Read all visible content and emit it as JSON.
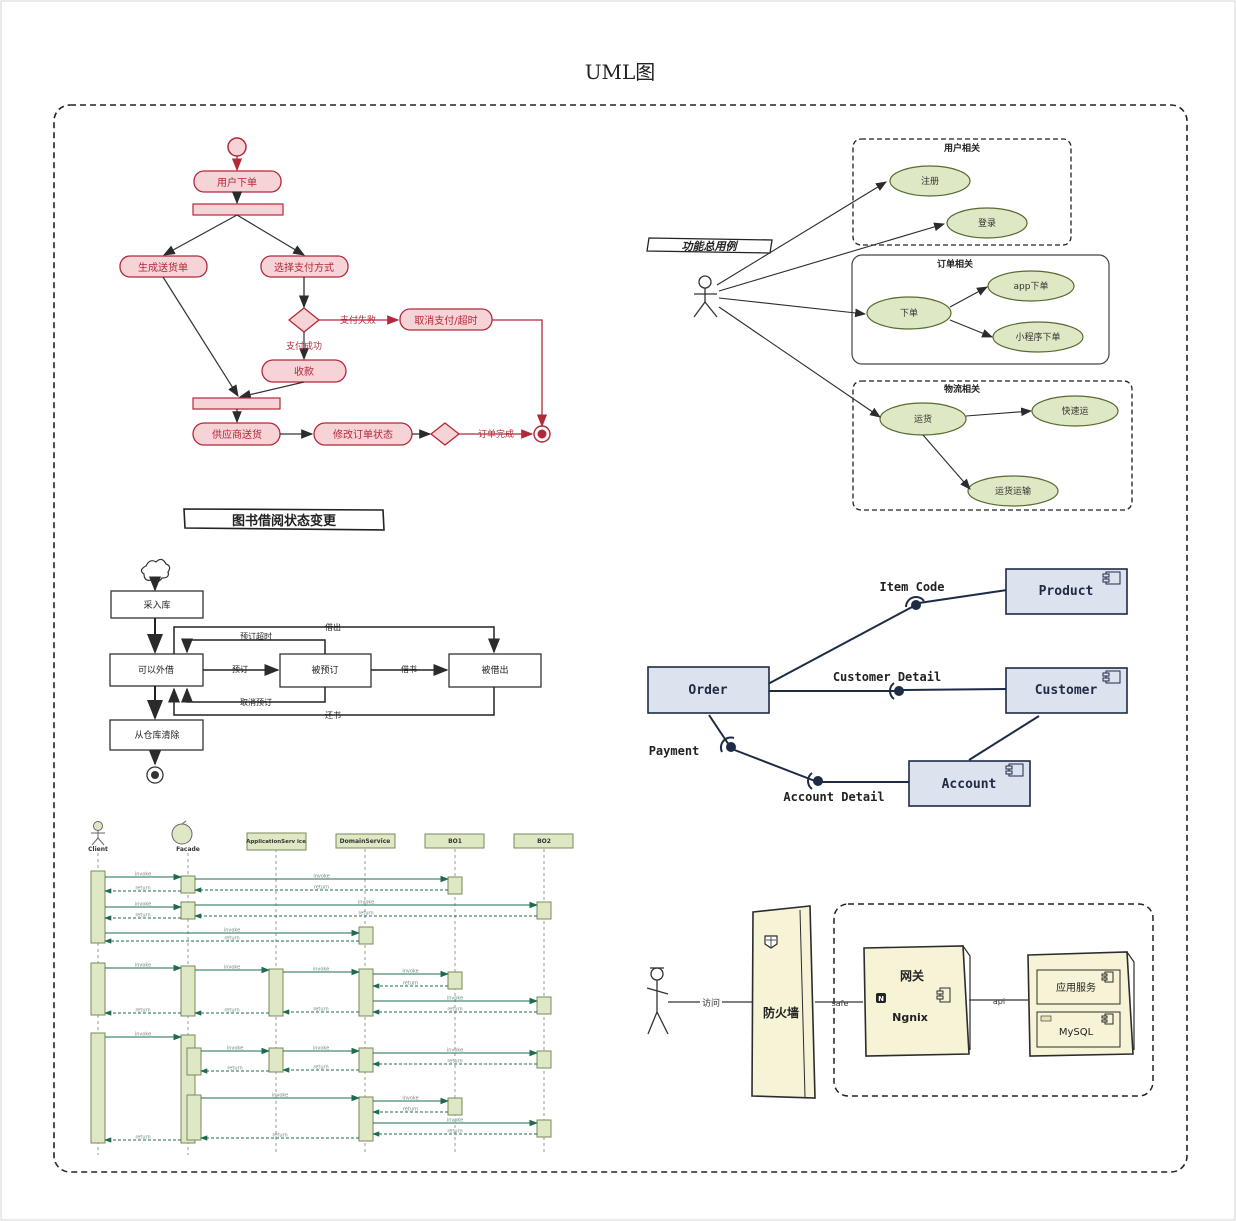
{
  "page": {
    "title": "UML图"
  },
  "activity": {
    "nodes": {
      "user_order": "用户下单",
      "gen_delivery": "生成送货单",
      "choose_pay": "选择支付方式",
      "cancel_pay": "取消支付/超时",
      "collect": "收款",
      "supplier_ship": "供应商送货",
      "update_order": "修改订单状态"
    },
    "edges": {
      "pay_fail": "支付失败",
      "pay_success": "支付成功",
      "order_done": "订单完成"
    }
  },
  "usecase": {
    "actor_label": "功能总用例",
    "groups": {
      "user": "用户相关",
      "order": "订单相关",
      "logistics": "物流相关"
    },
    "cases": {
      "register": "注册",
      "login": "登录",
      "order": "下单",
      "app_order": "app下单",
      "mini_order": "小程序下单",
      "ship": "运货",
      "fast_ship": "快速运",
      "normal_ship": "运货运输"
    }
  },
  "state": {
    "title": "图书借阅状态变更",
    "states": {
      "in_stock": "采入库",
      "available": "可以外借",
      "reserved": "被预订",
      "lent": "被借出",
      "remove": "从仓库清除"
    },
    "transitions": {
      "lend": "借出",
      "reserve": "预订",
      "reserve_timeout": "预订超时",
      "cancel_reserve": "取消预订",
      "borrow": "借书",
      "return": "还书"
    }
  },
  "component": {
    "components": {
      "order": "Order",
      "product": "Product",
      "customer": "Customer",
      "account": "Account"
    },
    "interfaces": {
      "item_code": "Item Code",
      "customer_detail": "Customer Detail",
      "payment": "Payment",
      "account_detail": "Account Detail"
    }
  },
  "sequence": {
    "participants": {
      "client": "Client",
      "facade": "Facade",
      "app_service": "ApplicationServ ice",
      "domain_service": "DomainService",
      "bo1": "BO1",
      "bo2": "BO2"
    },
    "messages": {
      "invoke": "invoke",
      "return": "return"
    }
  },
  "deployment": {
    "access": "访问",
    "firewall": "防火墙",
    "safe": "safe",
    "api": "api",
    "gateway": "网关",
    "nginx": "Ngnix",
    "app_service": "应用服务",
    "mysql": "MySQL"
  },
  "colors": {
    "activity_stroke": "#b3283a",
    "activity_fill": "#f6d3d6",
    "usecase_fill": "#dfe8c4",
    "usecase_stroke": "#556b2f",
    "component_fill": "#dde2ef",
    "component_stroke": "#1d2b45",
    "sequence_fill": "#dfe8c4",
    "sequence_stroke": "#7a8a5a",
    "sequence_arrow": "#1f6b4f",
    "deploy_fill": "#f7f3d6",
    "deploy_stroke": "#2c2c2c"
  }
}
